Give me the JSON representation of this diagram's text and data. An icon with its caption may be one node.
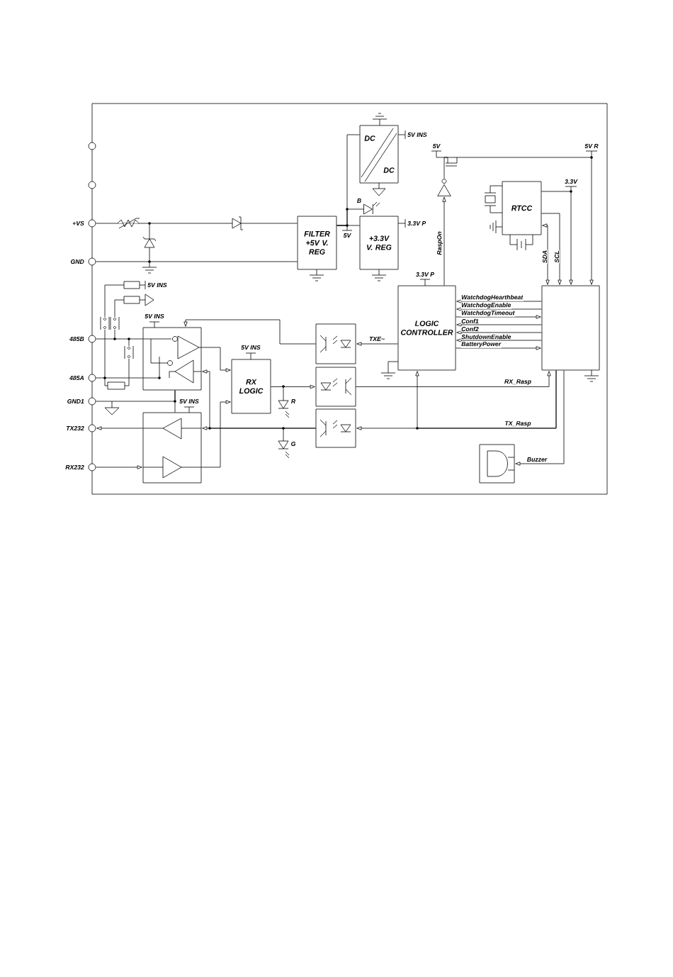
{
  "diagram": {
    "nodes": [
      {
        "text": [],
        "shape": "circle"
      },
      {
        "text": [],
        "shape": "circle"
      },
      {
        "text": [],
        "shape": "circle",
        "beside": [
          "+VS"
        ]
      },
      {
        "text": [],
        "shape": "circle",
        "beside": [
          "GND"
        ]
      },
      {
        "text": [],
        "shape": "circle",
        "beside": [
          "485B"
        ]
      },
      {
        "text": [],
        "shape": "circle",
        "beside": [
          "485A"
        ]
      },
      {
        "text": [],
        "shape": "circle",
        "beside": [
          "GND1"
        ]
      },
      {
        "text": [],
        "shape": "circle",
        "beside": [
          "TX232"
        ]
      },
      {
        "text": [],
        "shape": "circle",
        "beside": [
          "RX232"
        ]
      },
      {
        "text": [
          "DC",
          "DC"
        ]
      },
      {
        "text": [
          "FILTER +5V V. REG"
        ]
      },
      {
        "text": [
          "+3.3V V. REG"
        ]
      },
      {
        "text": [
          "RTCC"
        ]
      },
      {
        "text": [],
        "shape": "triangle"
      },
      {
        "text": [
          "LOGIC CONTROLLER"
        ]
      },
      {
        "text": [],
        "shape": "box"
      },
      {
        "text": [],
        "shape": "box"
      },
      {
        "text": [
          "RX LOGIC"
        ]
      },
      {
        "text": [],
        "shape": "box"
      },
      {
        "text": [],
        "shape": "box"
      },
      {
        "text": [],
        "shape": "box"
      },
      {
        "text": [],
        "shape": "box"
      },
      {
        "text": [],
        "shape": "box"
      },
      {
        "text": [],
        "shape": "diode",
        "beside": [
          "B"
        ]
      }
    ],
    "edges": [
      {
        "from": 2,
        "to": 10,
        "arrow": "none"
      },
      {
        "from": 3,
        "to": 10,
        "arrow": "none"
      },
      {
        "from": 10,
        "to": 11,
        "arrow": "none"
      },
      {
        "from": 10,
        "to": 9,
        "arrow": "none"
      },
      {
        "from": 14,
        "to": 13,
        "arrow": "to",
        "label": "RaspOn"
      },
      {
        "from": 13,
        "to": 15,
        "arrow": "to"
      },
      {
        "from": 12,
        "to": 15,
        "arrow": "both",
        "label": "SDA"
      },
      {
        "from": 12,
        "to": 15,
        "arrow": "to",
        "label": "SCL"
      },
      {
        "from": 12,
        "to": 15,
        "arrow": "to"
      },
      {
        "from": 15,
        "to": 14,
        "arrow": "to",
        "label": "WatchdogHearthbeat"
      },
      {
        "from": 15,
        "to": 14,
        "arrow": "to",
        "label": "WatchdogEnable"
      },
      {
        "from": 14,
        "to": 15,
        "arrow": "to",
        "label": "WatchdogTimeout"
      },
      {
        "from": 15,
        "to": 14,
        "arrow": "to",
        "label": "Conf1"
      },
      {
        "from": 15,
        "to": 14,
        "arrow": "to",
        "label": "Conf2"
      },
      {
        "from": 15,
        "to": 14,
        "arrow": "to",
        "label": "ShutdownEnable"
      },
      {
        "from": 14,
        "to": 15,
        "arrow": "to",
        "label": "BatteryPower"
      },
      {
        "from": 14,
        "to": 18,
        "arrow": "to",
        "label": "TXE~"
      },
      {
        "from": 18,
        "to": 16,
        "arrow": "to"
      },
      {
        "from": 16,
        "to": 17,
        "arrow": "to"
      },
      {
        "from": 17,
        "to": 19,
        "arrow": "to"
      },
      {
        "from": 19,
        "to": 15,
        "arrow": "to",
        "label": "RX_Rasp"
      },
      {
        "from": 15,
        "to": 20,
        "arrow": "to",
        "label": "TX_Rasp"
      },
      {
        "from": 15,
        "to": 14,
        "arrow": "to"
      },
      {
        "from": 15,
        "to": 22,
        "arrow": "to",
        "label": "Buzzer"
      },
      {
        "from": 20,
        "to": 21,
        "arrow": "to"
      },
      {
        "from": 20,
        "to": 16,
        "arrow": "to"
      },
      {
        "from": 21,
        "to": 7,
        "arrow": "to"
      },
      {
        "from": 8,
        "to": 21,
        "arrow": "to"
      },
      {
        "from": 21,
        "to": 17,
        "arrow": "to"
      },
      {
        "from": 4,
        "to": 16,
        "arrow": "none"
      },
      {
        "from": 5,
        "to": 16,
        "arrow": "none"
      },
      {
        "from": 6,
        "to": 16,
        "arrow": "none"
      },
      {
        "from": 16,
        "to": 21,
        "arrow": "none"
      },
      {
        "from": 10,
        "to": 23,
        "arrow": "none"
      }
    ],
    "labels": [
      "5V INS",
      "5V",
      "5V R",
      "3.3V",
      "3.3V P",
      "5V",
      "3.3V P",
      "5V INS",
      "5V INS",
      "5V INS",
      "5V INS",
      "R",
      "G"
    ]
  }
}
